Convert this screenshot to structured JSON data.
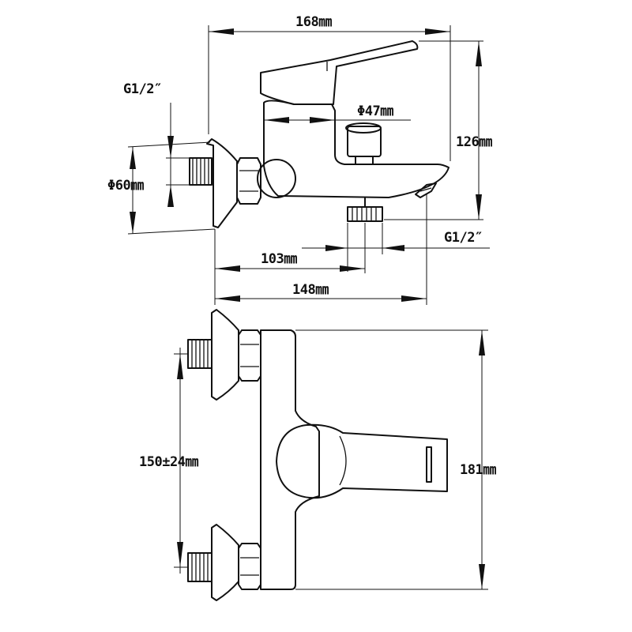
{
  "side_view": {
    "dim_total_width": "168㎜",
    "dim_height": "126㎜",
    "dim_spout_diameter": "Φ47㎜",
    "dim_flange_diameter": "Φ60㎜",
    "dim_inlet_thread": "G1/2″",
    "dim_outlet_thread": "G1/2″",
    "dim_outlet_offset": "103㎜",
    "dim_spout_reach": "148㎜"
  },
  "front_view": {
    "dim_center_distance": "150±24㎜",
    "dim_height": "181㎜"
  }
}
